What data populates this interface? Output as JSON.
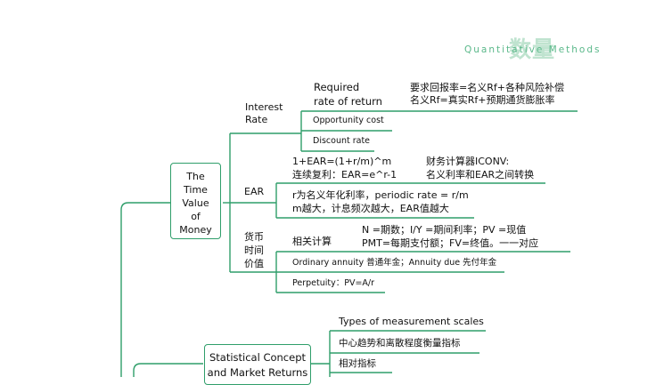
{
  "header": {
    "brand_cn": "数量",
    "brand_en": "Quantitative Methods"
  },
  "colors": {
    "branch": "#2f9e6a",
    "accent": "#2f9e6a"
  },
  "mindmap": {
    "tvm": {
      "title_lines": [
        "The",
        "Time",
        "Value",
        "of",
        "Money"
      ],
      "interest_rate": {
        "label_lines": [
          "Interest",
          "Rate"
        ],
        "required_lines": [
          "Required",
          "rate of return"
        ],
        "required_note_lines": [
          "要求回报率=名义Rf+各种风险补偿",
          "名义Rf=真实Rf+预期通货膨胀率"
        ],
        "opportunity_cost": "Opportunity cost",
        "discount_rate": "Discount rate"
      },
      "ear": {
        "label": "EAR",
        "formula_lines": [
          "1+EAR=(1+r/m)^m",
          "连续复利：EAR=e^r-1"
        ],
        "calculator_lines": [
          "财务计算器ICONV:",
          "名义利率和EAR之间转换"
        ],
        "note_lines": [
          "r为名义年化利率，periodic rate = r/m",
          "m越大，计息频次越大，EAR值越大"
        ]
      },
      "money_tvm": {
        "label_lines": [
          "货币",
          "时间",
          "价值"
        ],
        "related_calc": "相关计算",
        "calc_notes": [
          "N =期数；I/Y =期间利率；PV =现值",
          "PMT=每期支付额；FV=终值。一一对应"
        ],
        "annuity": "Ordinary annuity 普通年金；Annuity due 先付年金",
        "perpetuity": "Perpetuity：PV=A/r"
      }
    },
    "stats": {
      "title_lines": [
        "Statistical Concept",
        "and Market Returns"
      ],
      "children": [
        "Types of measurement scales",
        "中心趋势和离散程度衡量指标",
        "相对指标"
      ]
    }
  }
}
